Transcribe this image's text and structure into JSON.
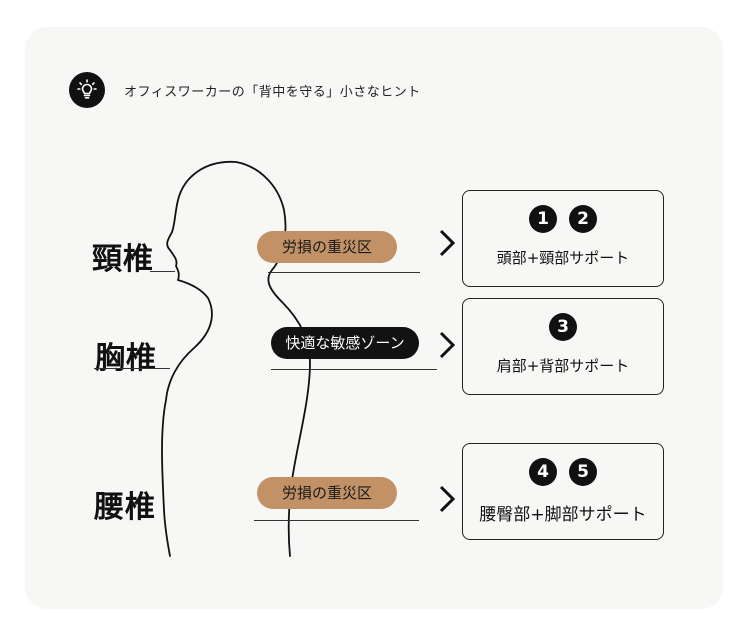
{
  "header": {
    "title": "オフィスワーカーの「背中を守る」小さなヒント",
    "icon": "lightbulb-icon"
  },
  "regions": [
    {
      "label": "頸椎",
      "tag": "労損の重災区",
      "tag_style": "tan",
      "numbers": [
        "1",
        "2"
      ],
      "support": "頭部+頸部サポート"
    },
    {
      "label": "胸椎",
      "tag": "快適な敏感ゾーン",
      "tag_style": "dark",
      "numbers": [
        "3"
      ],
      "support": "肩部+背部サポート"
    },
    {
      "label": "腰椎",
      "tag": "労損の重災区",
      "tag_style": "tan",
      "numbers": [
        "4",
        "5"
      ],
      "support": "腰臀部+脚部サポート"
    }
  ],
  "colors": {
    "background": "#f7f7f6",
    "tan_pill": "#c29166",
    "dark_pill": "#121212",
    "ink": "#111111"
  }
}
